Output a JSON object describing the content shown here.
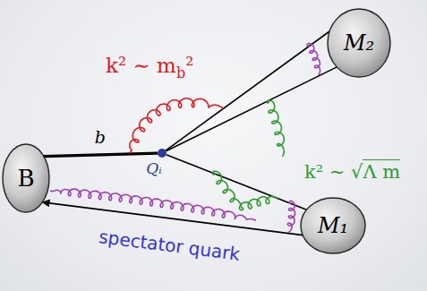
{
  "diagram": {
    "nodes": [
      {
        "text": [
          "B"
        ]
      },
      {
        "text": [
          "Qᵢ"
        ]
      },
      {
        "text": [
          "M₂"
        ]
      },
      {
        "text": [
          "M₁"
        ]
      }
    ],
    "edges": [
      {
        "from": 0,
        "to": 1,
        "arrow": "none",
        "label": "b"
      },
      {
        "from": 1,
        "to": 2,
        "arrow": "none"
      },
      {
        "from": 1,
        "to": 2,
        "arrow": "none"
      },
      {
        "from": 1,
        "to": 3,
        "arrow": "none"
      },
      {
        "from": 3,
        "to": 0,
        "arrow": "to",
        "label": "spectator quark"
      }
    ],
    "labels": [
      "k² ∼ mb²",
      "k² ∼ √Λ m"
    ]
  }
}
